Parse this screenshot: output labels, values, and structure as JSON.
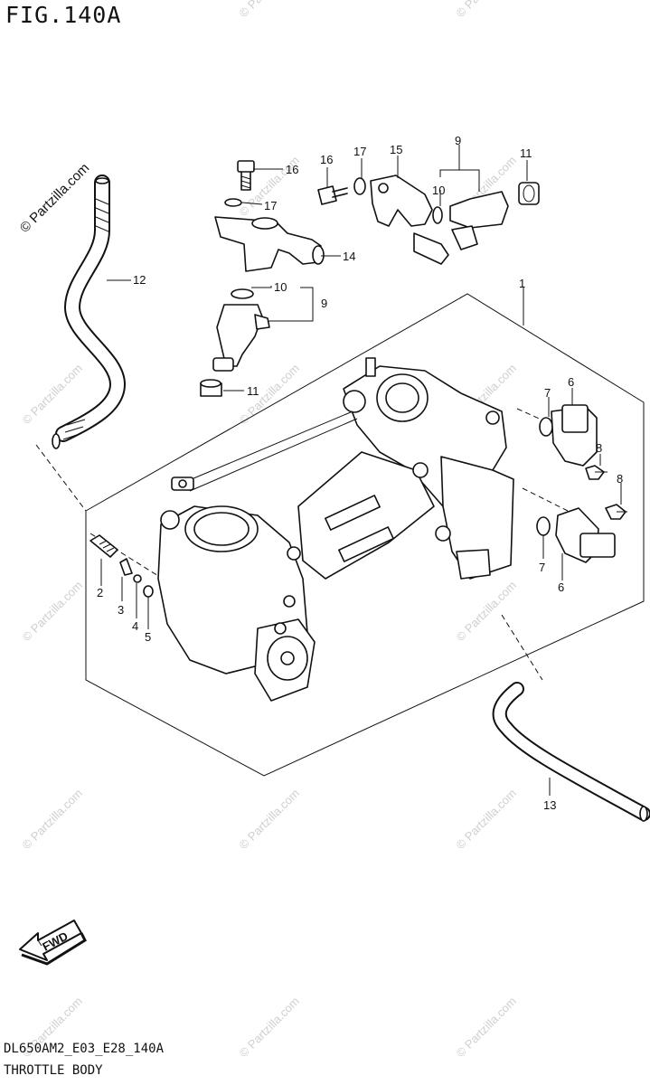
{
  "figure": {
    "title": "FIG.140A",
    "code": "DL650AM2_E03_E28_140A",
    "name": "THROTTLE BODY"
  },
  "watermark": {
    "brand": "© Partzilla.com",
    "repeat": "© Partzilla.com"
  },
  "fwd_label": "FWD",
  "callouts": {
    "c1": "1",
    "c2": "2",
    "c3": "3",
    "c4": "4",
    "c5": "5",
    "c6a": "6",
    "c6b": "6",
    "c7a": "7",
    "c7b": "7",
    "c8a": "8",
    "c8b": "8",
    "c9a": "9",
    "c9b": "9",
    "c10a": "10",
    "c10b": "10",
    "c11a": "11",
    "c11b": "11",
    "c12": "12",
    "c13": "13",
    "c14": "14",
    "c15": "15",
    "c16a": "16",
    "c16b": "16",
    "c17a": "17",
    "c17b": "17"
  }
}
